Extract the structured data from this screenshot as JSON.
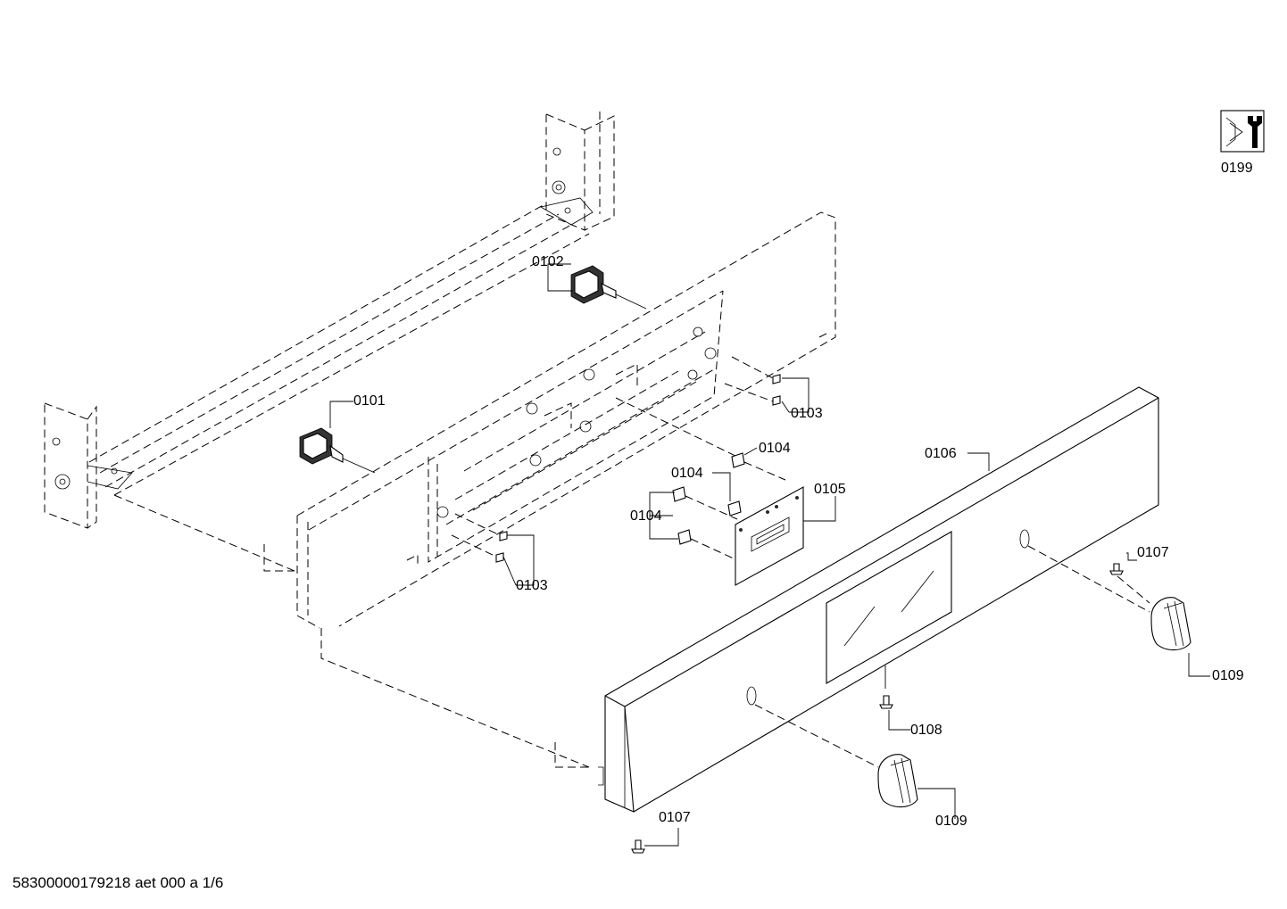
{
  "labels": {
    "p0101": "0101",
    "p0102": "0102",
    "p0103_top": "0103",
    "p0103_bottom": "0103",
    "p0104_a": "0104",
    "p0104_b": "0104",
    "p0104_c": "0104",
    "p0105": "0105",
    "p0106": "0106",
    "p0107_right": "0107",
    "p0107_bottom": "0107",
    "p0108": "0108",
    "p0109_right": "0109",
    "p0109_bottom": "0109",
    "p0199": "0199"
  },
  "footer": "58300000179218 aet 000 a 1/6",
  "icons": {
    "service": "wrench-icon"
  }
}
